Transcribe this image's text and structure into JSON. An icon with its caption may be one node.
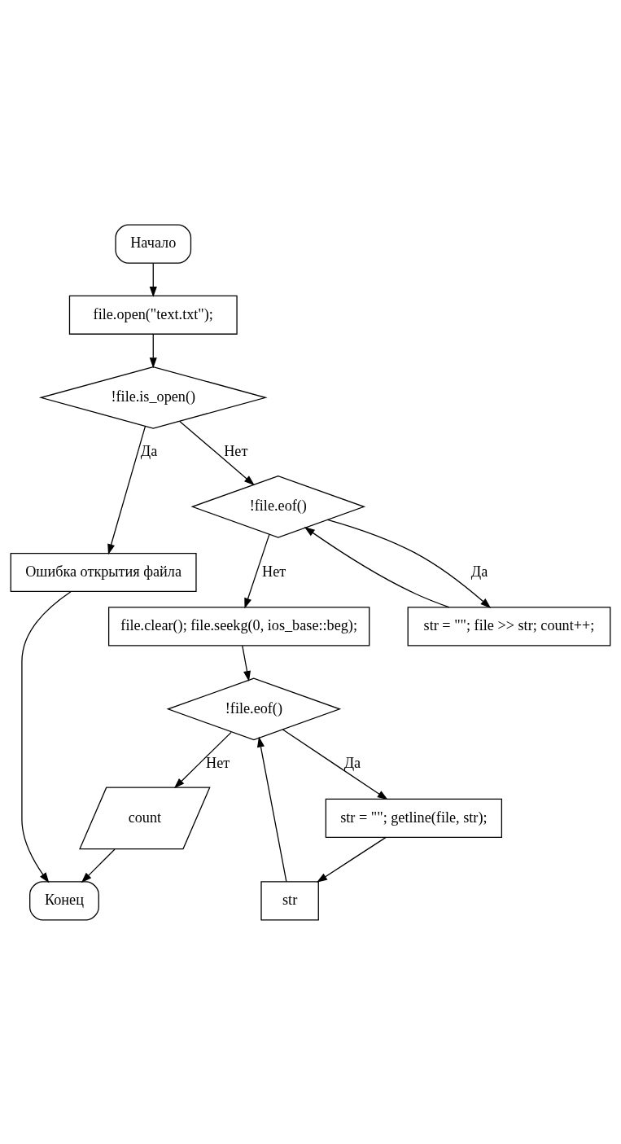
{
  "diagram": {
    "nodes": [
      {
        "text": [
          "Начало"
        ]
      },
      {
        "text": [
          "file.open(\"text.txt\");"
        ]
      },
      {
        "text": [
          "!file.is_open()"
        ]
      },
      {
        "text": [
          "Ошибка открытия файла"
        ]
      },
      {
        "text": [
          "!file.eof()"
        ]
      },
      {
        "text": [
          "str = \"\"; file >> str; count++;"
        ]
      },
      {
        "text": [
          "file.clear(); file.seekg(0, ios_base::beg);"
        ]
      },
      {
        "text": [
          "!file.eof()"
        ]
      },
      {
        "text": [
          "str = \"\"; getline(file, str);"
        ]
      },
      {
        "text": [
          "str"
        ]
      },
      {
        "text": [
          "count"
        ]
      },
      {
        "text": [
          "Конец"
        ]
      }
    ],
    "edges": [
      {
        "from": 0,
        "to": 1,
        "arrow": "to"
      },
      {
        "from": 1,
        "to": 2,
        "arrow": "to"
      },
      {
        "from": 2,
        "to": 3,
        "arrow": "to",
        "label": "Да"
      },
      {
        "from": 2,
        "to": 4,
        "arrow": "to",
        "label": "Нет"
      },
      {
        "from": 4,
        "to": 5,
        "arrow": "to",
        "label": "Да"
      },
      {
        "from": 5,
        "to": 4,
        "arrow": "to"
      },
      {
        "from": 4,
        "to": 6,
        "arrow": "to",
        "label": "Нет"
      },
      {
        "from": 6,
        "to": 7,
        "arrow": "to"
      },
      {
        "from": 7,
        "to": 8,
        "arrow": "to",
        "label": "Да"
      },
      {
        "from": 8,
        "to": 9,
        "arrow": "to"
      },
      {
        "from": 9,
        "to": 7,
        "arrow": "to"
      },
      {
        "from": 7,
        "to": 10,
        "arrow": "to",
        "label": "Нет"
      },
      {
        "from": 10,
        "to": 11,
        "arrow": "to"
      },
      {
        "from": 3,
        "to": 11,
        "arrow": "to"
      }
    ]
  }
}
